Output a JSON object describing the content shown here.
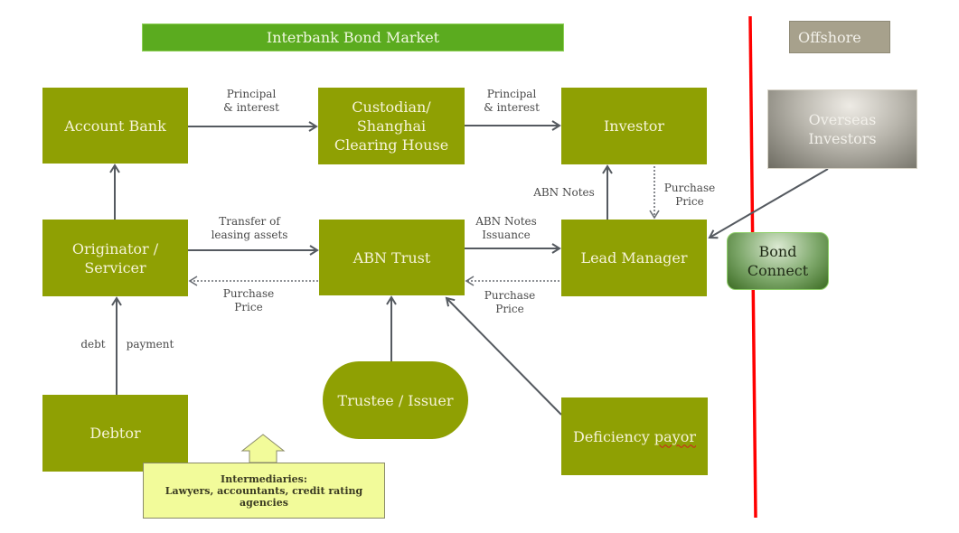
{
  "header": {
    "market_banner": "Interbank Bond Market",
    "offshore_label": "Offshore"
  },
  "nodes": {
    "account_bank": "Account Bank",
    "custodian": [
      "Custodian/",
      "Shanghai",
      "Clearing House"
    ],
    "investor": "Investor",
    "originator": [
      "Originator /",
      "Servicer"
    ],
    "abn_trust": "ABN Trust",
    "lead_manager": "Lead Manager",
    "debtor": "Debtor",
    "trustee": "Trustee / Issuer",
    "deficiency": {
      "prefix": "Deficiency ",
      "flagged_word": "payor"
    },
    "overseas": [
      "Overseas",
      "Investors"
    ],
    "bond_connect": [
      "Bond",
      "Connect"
    ]
  },
  "intermediaries": {
    "title": "Intermediaries:",
    "lines": [
      "Lawyers, accountants, credit rating",
      "agencies"
    ]
  },
  "flows": {
    "bank_to_custodian": [
      "Principal",
      "& interest"
    ],
    "custodian_to_investor": [
      "Principal",
      "& interest"
    ],
    "originator_to_trust": [
      "Transfer of",
      "leasing assets"
    ],
    "trust_to_originator": [
      "Purchase",
      "Price"
    ],
    "trust_to_lead": [
      "ABN Notes",
      "Issuance"
    ],
    "lead_to_trust": [
      "Purchase",
      "Price"
    ],
    "lead_to_investor": "ABN Notes",
    "investor_to_lead": [
      "Purchase",
      "Price"
    ],
    "debtor_left": "debt",
    "debtor_right": "payment"
  },
  "colors": {
    "node_green": "#8fa003",
    "banner_green": "#5bab1f",
    "divider_red": "#ff0000",
    "arrow_gray": "#555a60",
    "intermediary_yellow": "#f2fb9a"
  }
}
